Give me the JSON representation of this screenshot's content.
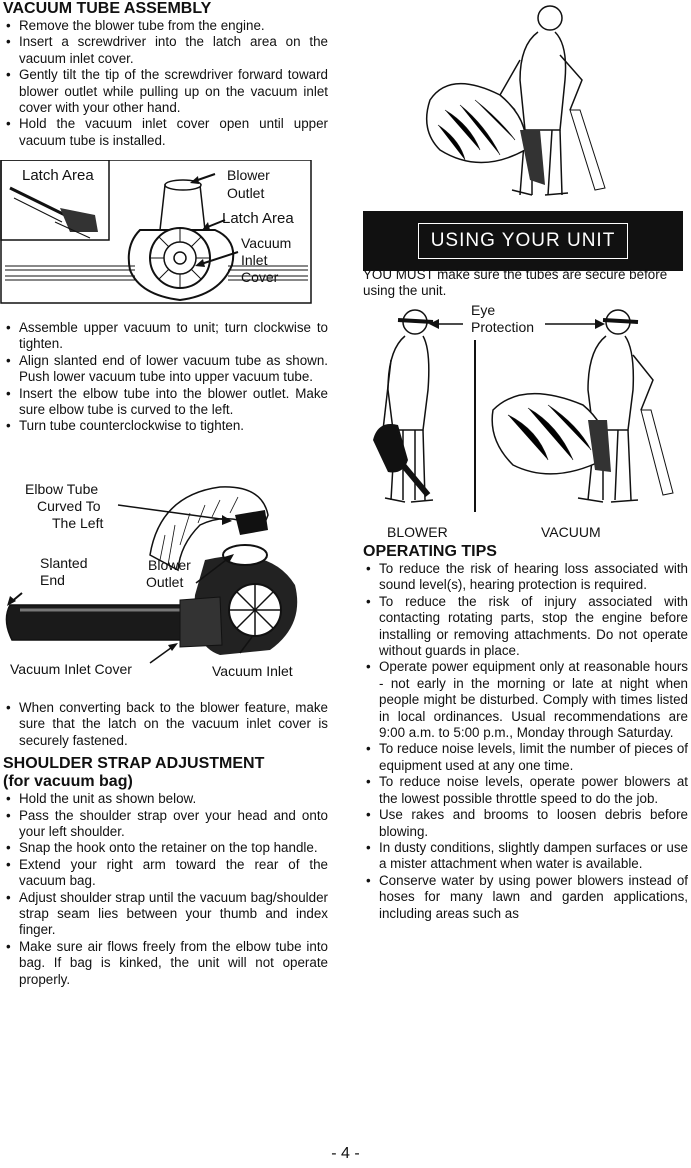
{
  "left": {
    "vac_title": "VACUUM TUBE ASSEMBLY",
    "vac_items": [
      "Remove the blower tube from the engine.",
      "Insert a screwdriver into the latch area on the vacuum inlet cover.",
      "Gently tilt the tip of the screwdriver forward toward blower outlet while pulling up on the vacuum inlet cover with your other hand.",
      "Hold the vacuum inlet cover open until upper vacuum tube is installed."
    ],
    "fig1": {
      "latch_area": "Latch Area",
      "blower": "Blower",
      "outlet": "Outlet",
      "latch_area2": "Latch Area",
      "vacuum": "Vacuum",
      "inlet": "Inlet",
      "cover": "Cover"
    },
    "assemble_items": [
      "Assemble upper vacuum to unit; turn clockwise to tighten.",
      "Align slanted end of lower vacuum tube as shown. Push lower vacuum tube into upper vacuum tube.",
      "Insert the elbow tube into the blower outlet. Make sure elbow tube is curved to the left.",
      "Turn tube counterclockwise to tighten."
    ],
    "fig2": {
      "elbow1": "Elbow Tube",
      "elbow2": "Curved To",
      "elbow3": "The Left",
      "slanted1": "Slanted",
      "slanted2": "End",
      "blower": "Blower",
      "outlet": "Outlet",
      "vic": "Vacuum Inlet Cover",
      "vi": "Vacuum Inlet"
    },
    "convert_items": [
      "When converting back to the blower feature, make sure that the latch on the vacuum inlet cover is securely fastened."
    ],
    "strap_title": "SHOULDER STRAP ADJUSTMENT",
    "strap_sub": "(for vacuum bag)",
    "strap_items": [
      "Hold the unit as shown below.",
      "Pass the shoulder strap over your head and onto your left shoulder.",
      "Snap the hook onto the retainer on the top handle.",
      "Extend your right arm toward the rear of the vacuum bag.",
      "Adjust shoulder strap until the vacuum bag/shoulder strap seam lies between your thumb and index finger.",
      "Make sure air flows freely from the elbow tube into bag. If bag is kinked, the unit will not operate properly."
    ]
  },
  "right": {
    "banner": "USING YOUR UNIT",
    "must": "YOU MUST make sure the tubes are secure before using the unit.",
    "eye1": "Eye",
    "eye2": "Protection",
    "blower_lbl": "BLOWER",
    "vacuum_lbl": "VACUUM",
    "op_title": "OPERATING TIPS",
    "op_items": [
      "To reduce the risk of hearing loss associated with sound level(s), hearing protection is required.",
      "To reduce the risk of injury associated with contacting rotating parts, stop the engine before installing or removing attachments. Do not operate without guards in place.",
      "Operate power equipment only at reasonable hours - not early in the morning or late at night when people might be disturbed. Comply with times listed in local ordinances. Usual recommendations are 9:00 a.m. to 5:00 p.m., Monday through Saturday.",
      "To reduce noise levels, limit the number of pieces of equipment used at any one time.",
      "To reduce noise levels, operate power blowers at the lowest possible throttle speed to do the job.",
      "Use rakes and brooms to loosen debris before blowing.",
      "In dusty conditions, slightly dampen surfaces or use a mister attachment when water is available.",
      "Conserve water by using power blowers instead of hoses for many lawn and garden applications, including areas such as"
    ]
  },
  "page_number": "- 4 -"
}
